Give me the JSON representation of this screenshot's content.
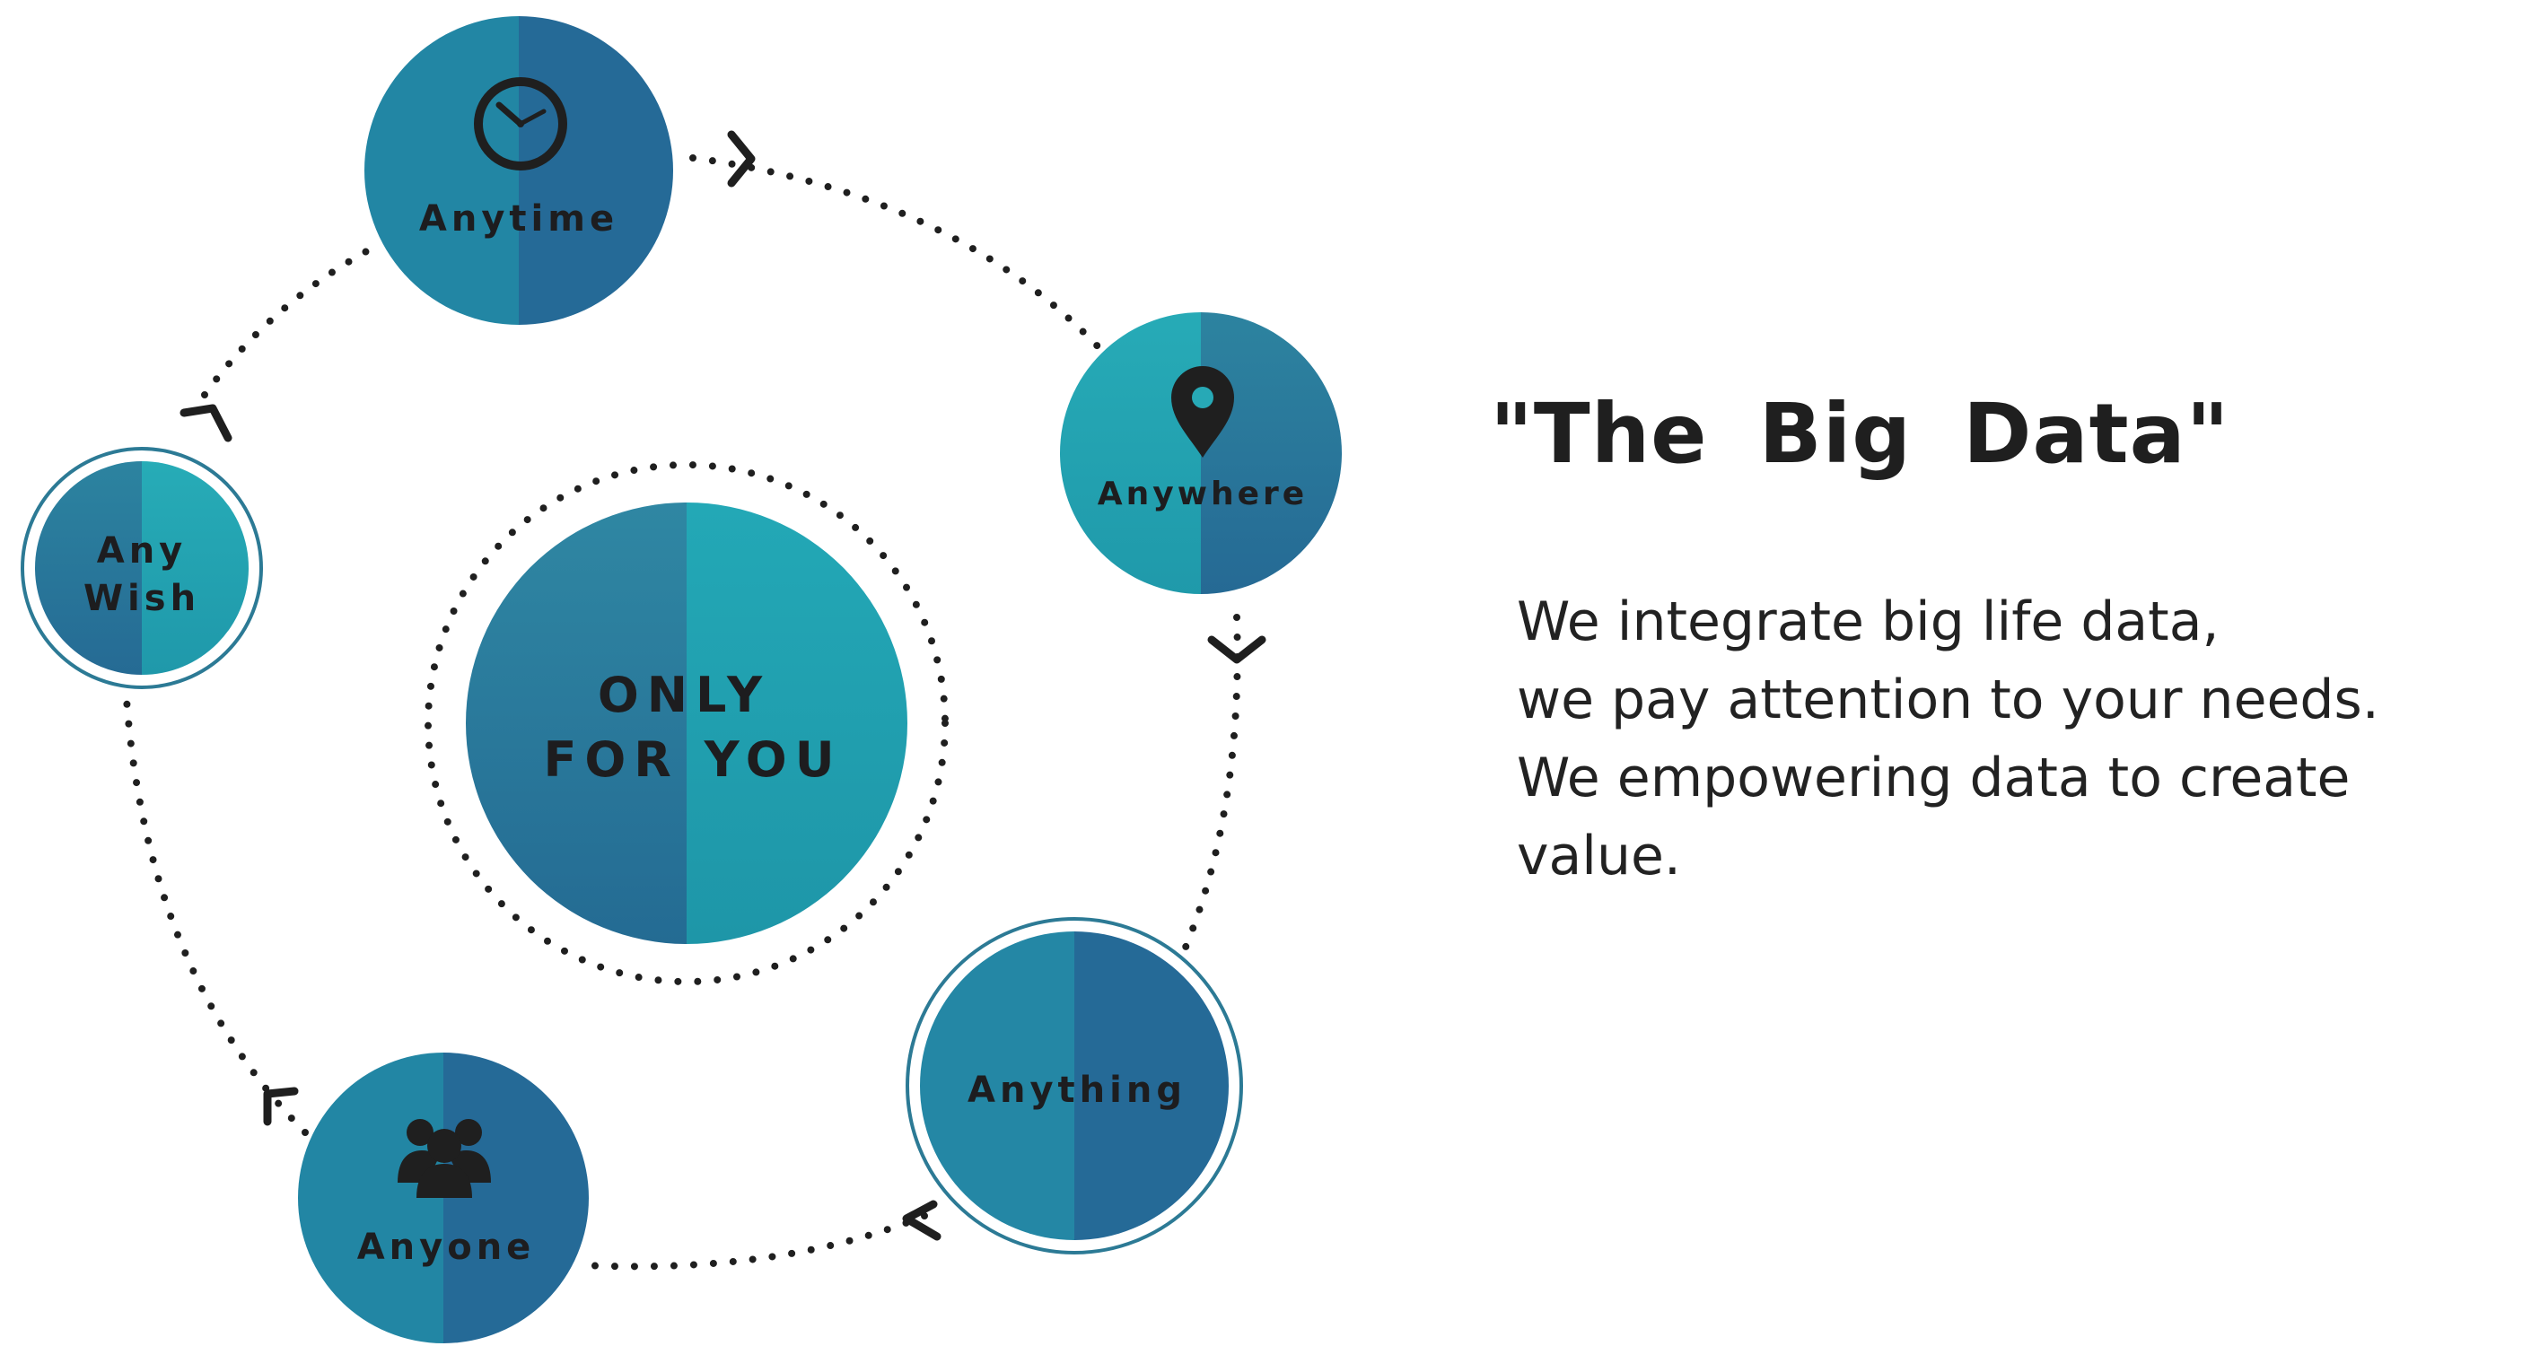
{
  "diagram": {
    "center": {
      "line1": "ONLY",
      "line2": "FOR YOU"
    },
    "nodes": {
      "anytime": {
        "label": "Anytime",
        "icon": "clock-icon"
      },
      "anywhere": {
        "label": "Anywhere",
        "icon": "location-pin-icon"
      },
      "anything": {
        "label": "Anything"
      },
      "anyone": {
        "label": "Anyone",
        "icon": "people-group-icon"
      },
      "anywish": {
        "line1": "Any",
        "line2": "Wish"
      }
    }
  },
  "text": {
    "headline": "\"The  Big  Data\"",
    "description": [
      "We integrate big life data,",
      "we pay attention to your needs.",
      "We empowering data to create",
      "value."
    ]
  },
  "colors": {
    "teal_light": "#22a4b5",
    "teal_mid": "#2788a7",
    "blue_dark": "#256996",
    "ring": "#2c7a95",
    "text_dark": "#1f1f1f",
    "dots": "#1f1f1f"
  }
}
